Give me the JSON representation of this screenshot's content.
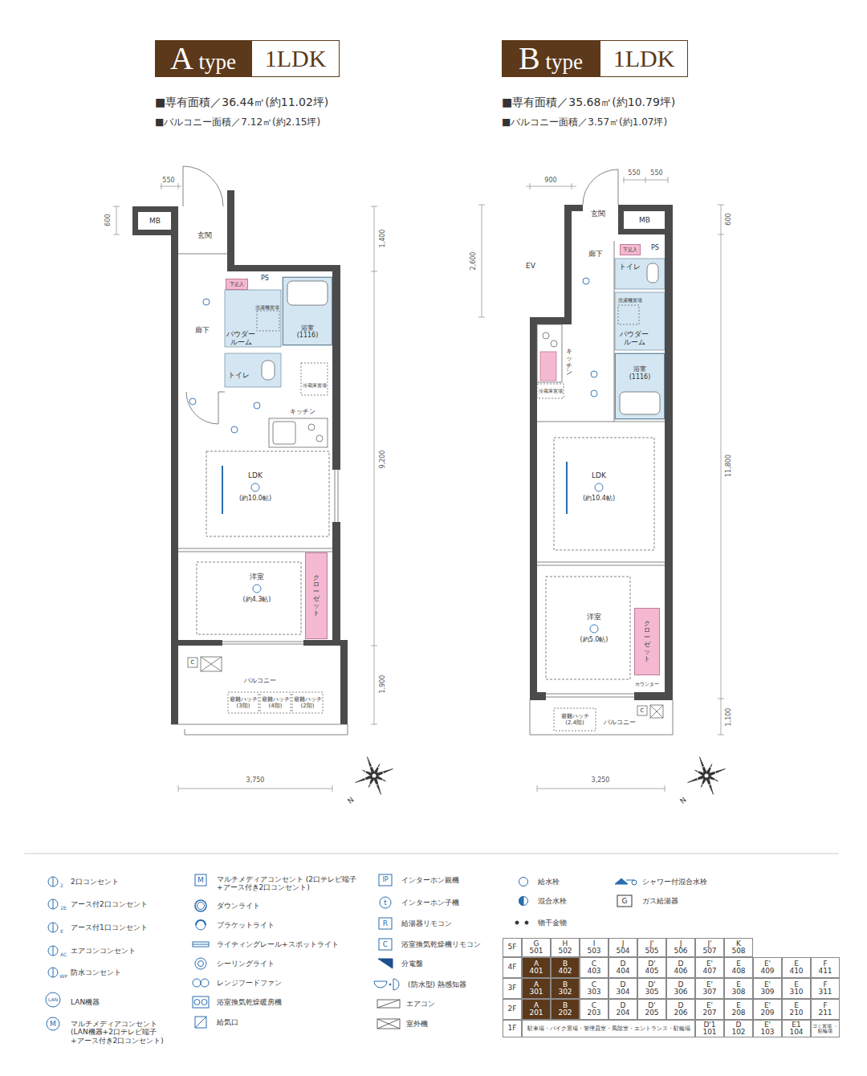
{
  "diagram": {
    "nodes": [
      {
        "text": [
          "A type"
        ]
      },
      {
        "text": [
          "1LDK"
        ]
      },
      {
        "text": [
          "B type"
        ]
      },
      {
        "text": [
          "1LDK"
        ]
      },
      {
        "text": [
          "下足入"
        ]
      },
      {
        "text": [
          "浴室",
          "(1116)"
        ]
      },
      {
        "text": [
          "クローゼット"
        ]
      },
      {
        "text": [
          "下足入"
        ]
      },
      {
        "text": [
          "浴室",
          "(1116)"
        ]
      },
      {
        "text": [
          "クローゼット"
        ]
      }
    ],
    "labels": [
      "■専有面積／36.44㎡(約11.02坪)",
      "■バルコニー面積／7.12㎡(約2.15坪)",
      "■専有面積／35.68㎡(約10.79坪)",
      "■バルコニー面積／3.57㎡(約1.07坪)",
      "550",
      "600",
      "1,400",
      "9,200",
      "1,900",
      "3,750",
      "900",
      "550",
      "550",
      "2,600",
      "600",
      "11,800",
      "1,100",
      "3,250",
      "MB",
      "玄関",
      "PS",
      "洗濯機置場",
      "廊下",
      "パウダー ルーム",
      "トイレ",
      "冷蔵庫置場",
      "キッチン",
      "LDK",
      "(約10.0帖)",
      "洋室",
      "(約4.3帖)",
      "バルコニー",
      "避難ハッチ (3階)",
      "避難ハッチ (4階)",
      "避難ハッチ (2階)",
      "C",
      "玄関",
      "MB",
      "PS",
      "EV",
      "廊下",
      "トイレ",
      "洗濯機置場",
      "パウダー ルーム",
      "キッチン",
      "冷蔵庫置場",
      "LDK",
      "(約10.4帖)",
      "洋室",
      "(約5.0帖)",
      "カウンター",
      "避難ハッチ (2,4階)",
      "バルコニー",
      "C",
      "N",
      "N",
      "2",
      "2E",
      "E",
      "AC",
      "WP",
      "LAN",
      "M",
      "M",
      "IP",
      "t",
      "R",
      "C",
      "G",
      "5F",
      "G 501",
      "H 502",
      "I 503",
      "J 504",
      "J' 505",
      "J 506",
      "J' 507",
      "K 508",
      "4F",
      "A 401",
      "B 402",
      "C 403",
      "D 404",
      "D' 405",
      "D 406",
      "E' 407",
      "E 408",
      "E' 409",
      "E 410",
      "F 411",
      "3F",
      "A 301",
      "B 302",
      "C 303",
      "D 304",
      "D' 305",
      "D 306",
      "E' 307",
      "E 308",
      "E' 309",
      "E 310",
      "F 311",
      "2F",
      "A 201",
      "B 202",
      "C 203",
      "D 204",
      "D' 205",
      "D 206",
      "E' 207",
      "E 208",
      "E' 209",
      "E 210",
      "F 211",
      "1F",
      "駐車場・バイク置場・管理員室・風除室・エントランス・駐輪場",
      "D'1 101",
      "D 102",
      "E' 103",
      "E1 104",
      "ゴミ置場 ・駐輪場"
    ],
    "legend": [
      {
        "text": "2口コンセント"
      },
      {
        "text": "アース付2口コンセント"
      },
      {
        "text": "アース付1口コンセント"
      },
      {
        "text": "エアコンコンセント"
      },
      {
        "text": "防水コンセント"
      },
      {
        "text": "LAN機器"
      },
      {
        "text": "マルチメディアコンセント (LAN機器+2口テレビ端子 +アース付き2口コンセント)"
      },
      {
        "text": "マルチメディアコンセント (2口テレビ端子+アース付き2口コンセント)"
      },
      {
        "text": "ダウンライト"
      },
      {
        "text": "ブラケットライト"
      },
      {
        "text": "ライティングレール+スポットライト"
      },
      {
        "text": "シーリングライト"
      },
      {
        "text": "レンジフードファン"
      },
      {
        "text": "浴室換気乾燥暖房機"
      },
      {
        "text": "給気口"
      },
      {
        "text": "インターホン親機"
      },
      {
        "text": "インターホン子機"
      },
      {
        "text": "給湯器リモコン"
      },
      {
        "text": "浴室換気乾燥機リモコン"
      },
      {
        "text": "分電盤"
      },
      {
        "text": "(防水型) 熱感知器"
      },
      {
        "text": "エアコン"
      },
      {
        "text": "室外機"
      },
      {
        "text": "給水栓"
      },
      {
        "text": "混合水栓"
      },
      {
        "text": "物干金物"
      },
      {
        "text": "シャワー付混合水栓"
      },
      {
        "text": "ガス給湯器"
      }
    ]
  }
}
